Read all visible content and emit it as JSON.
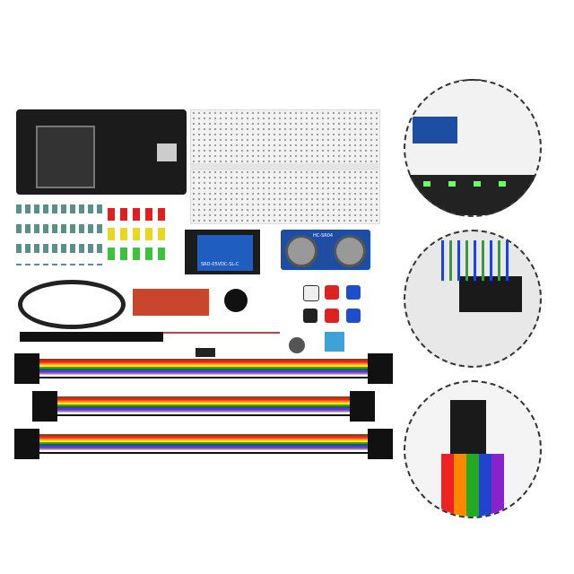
{
  "components": {
    "relay_label": "SRD-05VDC-SL-C",
    "sonar_label": "HC-SR04"
  },
  "colors": {
    "board": "#1b1b1b",
    "relay": "#1f5dbf",
    "sonar": "#1d4ea3",
    "led_red": "#e02020",
    "led_yellow": "#e8d820",
    "led_green": "#3cc23c"
  },
  "detail_views": [
    "breadboard-with-rgb-strip",
    "wired-breadboard-circuit",
    "jumper-wire-pins"
  ]
}
